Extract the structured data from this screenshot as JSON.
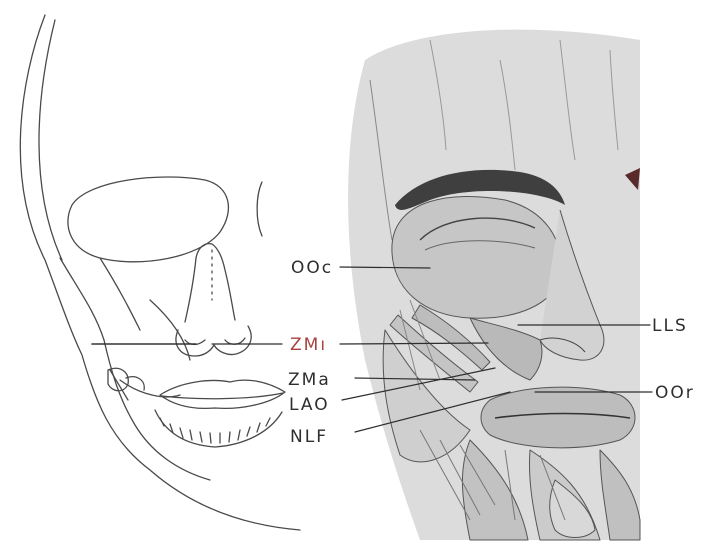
{
  "colors": {
    "ink": "#3a3a3a",
    "label_ink": "#2e2e2e",
    "highlight_label": "#a8413f",
    "muscle_fill": "#c9c9c9",
    "shadow_fill": "#555555",
    "paper": "#ffffff"
  },
  "labels": {
    "ooc": "OOc",
    "zmi": "ZMı",
    "zma": "ZMa",
    "lao": "LAO",
    "nlf": "NLF",
    "lls": "LLS",
    "oor": "OOr"
  }
}
